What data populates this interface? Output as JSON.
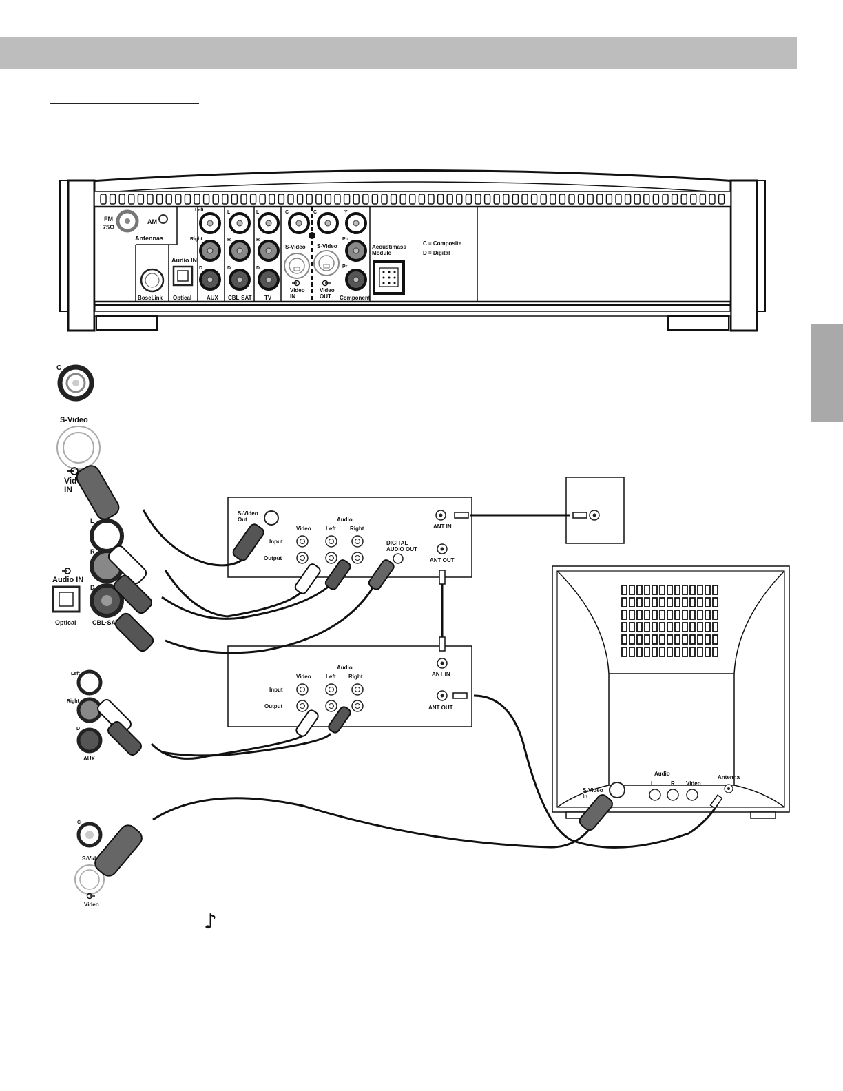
{
  "panel": {
    "fm_label": "FM",
    "fm_ohm_label": "75Ω",
    "am_label": "AM",
    "antennas_label": "Antennas",
    "left_label": "Left",
    "right_label": "Right",
    "audio_in_label": "Audio IN",
    "boselink_label": "BoseLink",
    "optical_label": "Optical",
    "aux_label": "AUX",
    "cblsat_label": "CBL·SAT",
    "tv_label": "TV",
    "svideo_label": "S-Video",
    "video_in_label": "Video\nIN",
    "video_out_label": "Video\nOUT",
    "component_label": "Component",
    "acoustimass_label": "Acoustimass\nModule",
    "legend_c": "C = Composite",
    "legend_d": "D = Digital",
    "letter_L": "L",
    "letter_R": "R",
    "letter_D": "D",
    "letter_C": "C",
    "letter_Y": "Y",
    "letter_Pb": "Pb",
    "letter_Pr": "Pr"
  },
  "closeups": {
    "c_label": "C",
    "svideo_label": "S-Video",
    "video_in_label": "Video\nIN",
    "l_label": "L",
    "r_label": "R",
    "d_label": "D",
    "audio_in_label": "Audio IN",
    "optical_label": "Optical",
    "cblsat_label": "CBL·SAT",
    "left_label": "Left",
    "right_label": "Right",
    "aux_label": "AUX",
    "c2_label": "C",
    "svideo2_label": "S-Vid",
    "video_label": "Video"
  },
  "cable_box": {
    "svideo_out_label": "S-Video\nOut",
    "audio_label": "Audio",
    "video_label": "Video",
    "left_label": "Left",
    "right_label": "Right",
    "input_label": "Input",
    "output_label": "Output",
    "digital_out_label": "DIGITAL\nAUDIO  OUT",
    "ant_in_label": "ANT  IN",
    "ant_out_label": "ANT  OUT"
  },
  "vcr": {
    "audio_label": "Audio",
    "video_label": "Video",
    "left_label": "Left",
    "right_label": "Right",
    "input_label": "Input",
    "output_label": "Output",
    "ant_in_label": "ANT  IN",
    "ant_out_label": "ANT  OUT"
  },
  "tv_set": {
    "audio_label": "Audio",
    "l_label": "L",
    "r_label": "R",
    "video_label": "Video",
    "antenna_label": "Antenna",
    "svideo_in_label": "S-Video\nIn"
  },
  "icons": [
    "music-note-icon",
    "video-in-arrow-icon",
    "audio-in-arrow-icon",
    "video-out-arrow-icon"
  ],
  "note_glyph": "♪"
}
